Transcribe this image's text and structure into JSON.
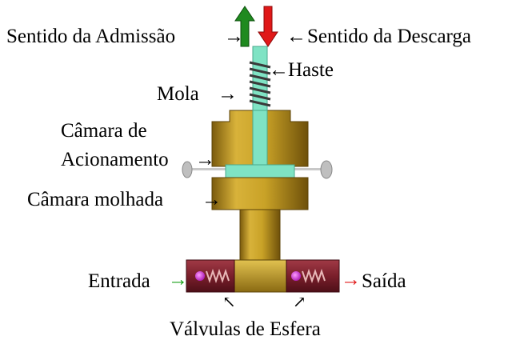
{
  "labels": {
    "intake_direction": "Sentido da Admissão",
    "exhaust_direction": "Sentido da Descarga",
    "stem": "Haste",
    "spring": "Mola",
    "actuation_chamber_line1": "Câmara de",
    "actuation_chamber_line2": "Acionamento",
    "wet_chamber": "Câmara molhada",
    "inlet": "Entrada",
    "outlet": "Saída",
    "ball_valves": "Válvulas de Esfera"
  },
  "glyphs": {
    "right_arrow": "→",
    "left_arrow": "←",
    "nw_arrow": "↖",
    "ne_arrow": "↗"
  },
  "colors": {
    "body_gold": "#c9a227",
    "body_dark": "#8a6a12",
    "stem_cyan": "#7fe3c4",
    "pipe_maroon": "#7a1f2b",
    "ball_magenta": "#d04bd6",
    "intake_arrow": "#1f8a1f",
    "exhaust_arrow": "#e01818",
    "inlet_arrow": "#1aa01a",
    "outlet_arrow": "#e01818",
    "bolt_gray": "#bfbfbf"
  }
}
